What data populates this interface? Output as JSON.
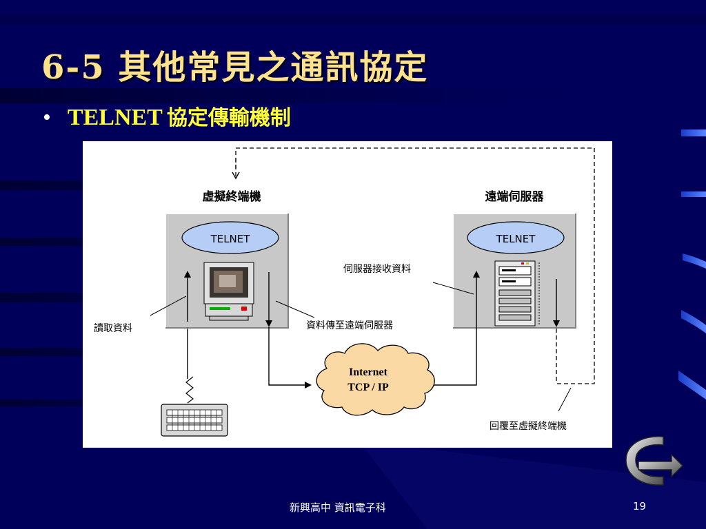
{
  "slide": {
    "title": "6-5 其他常見之通訊協定",
    "bullet": {
      "marker": "•",
      "label_en": "TELNET",
      "label_zh": "協定傳輸機制"
    }
  },
  "diagram": {
    "virtual_terminal_label": "虛擬終端機",
    "remote_server_label": "遠端伺服器",
    "telnet_left": "TELNET",
    "telnet_right": "TELNET",
    "read_data_label": "讀取資料",
    "send_to_server_label": "資料傳至遠端伺服器",
    "server_receive_label": "伺服器接收資料",
    "reply_label": "回覆至虛擬終端機",
    "cloud_line1": "Internet",
    "cloud_line2": "TCP / IP"
  },
  "footer": {
    "school": "新興高中 資訊電子科",
    "page_number": "19"
  }
}
